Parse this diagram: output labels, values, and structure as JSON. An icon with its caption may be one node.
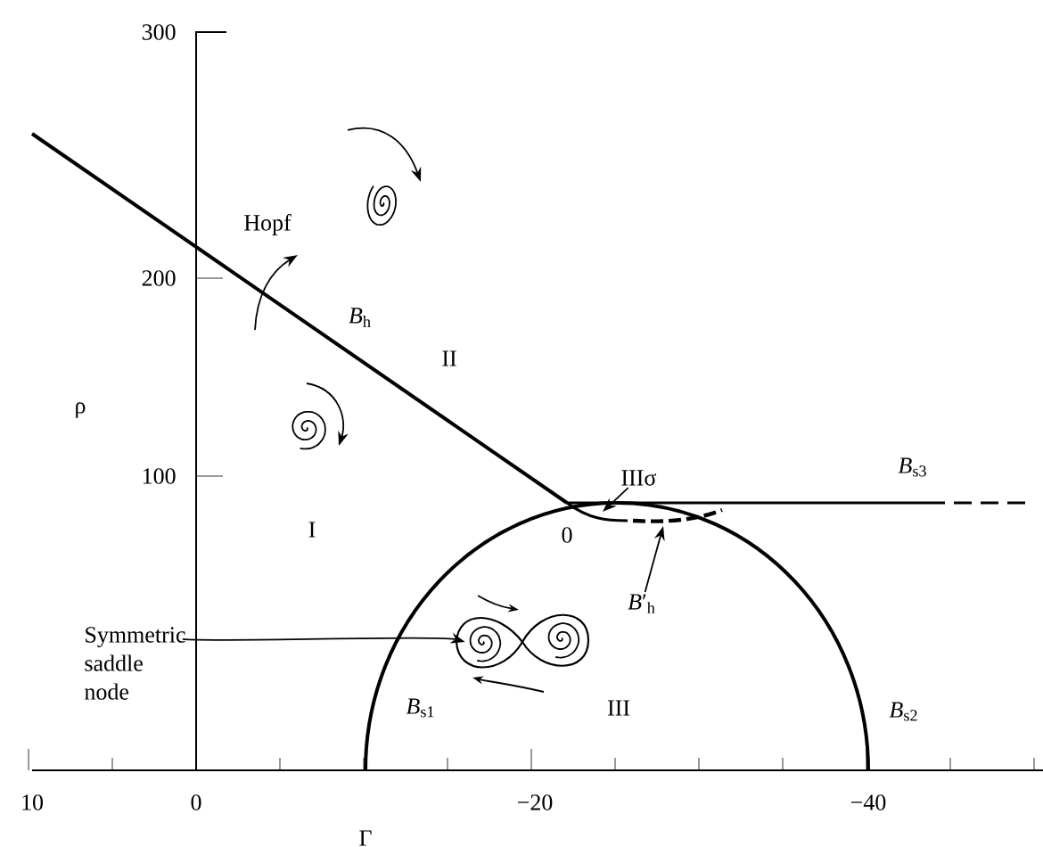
{
  "diagram": {
    "nodes": [
      {
        "text": [
          "Symmetric saddle node"
        ]
      },
      {
        "text": [],
        "shape": "picture"
      },
      {
        "text": [
          "IIIσ"
        ]
      },
      {
        "text": [
          "*B*′$_{h}$"
        ]
      }
    ],
    "edges": [
      {
        "from": 0,
        "to": 1,
        "arrow": "to"
      },
      {
        "from": 2,
        "to": null,
        "arrow": "to"
      },
      {
        "from": 3,
        "to": null,
        "arrow": "to"
      }
    ],
    "labels": [
      "300",
      "Hopf",
      "200",
      "*B*$_{h}$",
      "II",
      "ρ",
      "I",
      "100",
      "0",
      "*B*$_{s3}$",
      "*B*$_{s1}$",
      "III",
      "*B*$_{s2}$",
      "10",
      "0",
      "−20",
      "−40",
      "Γ"
    ]
  }
}
